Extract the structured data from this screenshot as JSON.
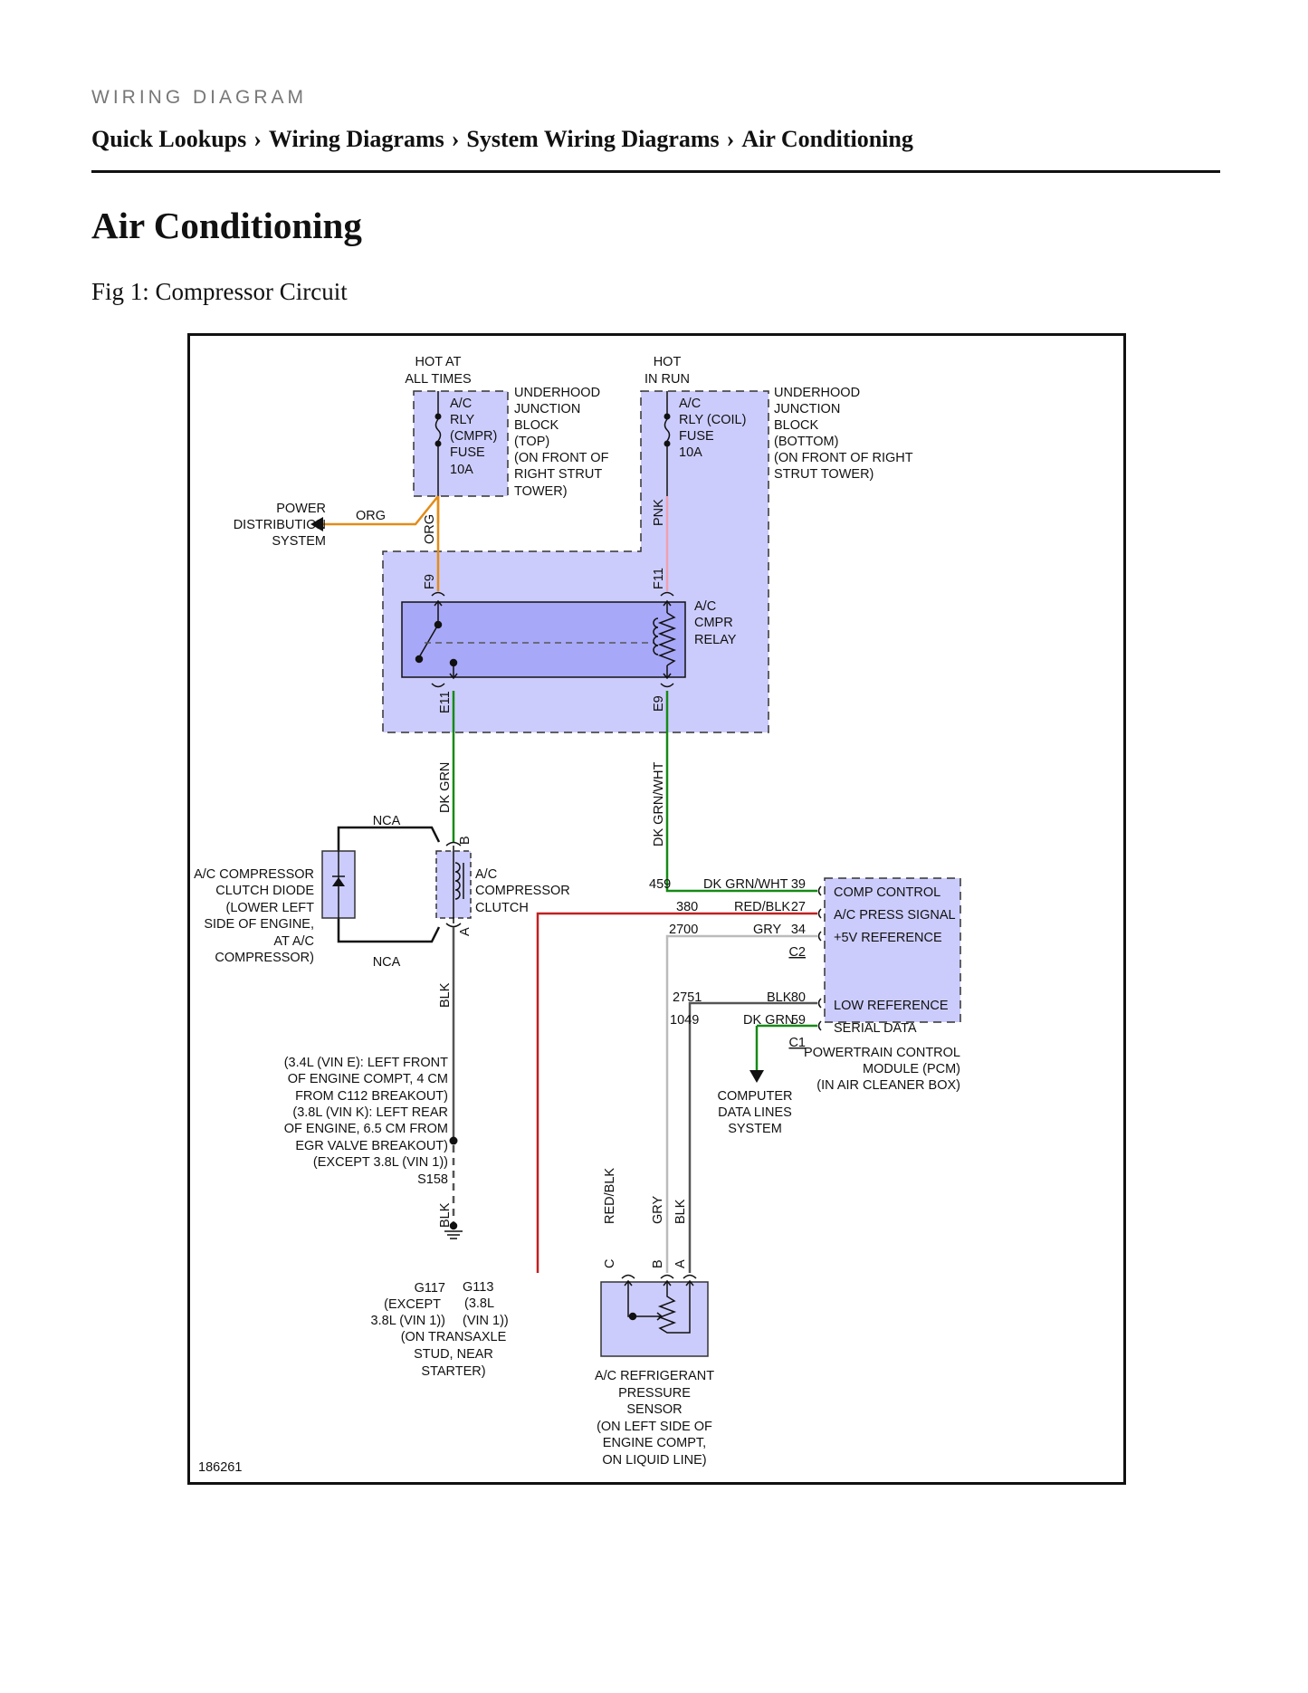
{
  "header": {
    "kicker": "WIRING DIAGRAM",
    "breadcrumbs": [
      "Quick Lookups",
      "Wiring Diagrams",
      "System Wiring Diagrams",
      "Air Conditioning"
    ],
    "breadcrumb_separator": "›"
  },
  "page_title": "Air Conditioning",
  "figure_caption": "Fig 1: Compressor Circuit",
  "diagram": {
    "figure_id": "186261",
    "colors": {
      "box_fill": "#ccccfc",
      "relay_fill": "#a8a8f8",
      "org": "#e48b18",
      "pnk": "#f0a0b0",
      "grn": "#168a16",
      "red": "#c02020",
      "gry": "#bbbbbb",
      "blk": "#555555"
    },
    "power": {
      "hot_at_all_times": [
        "HOT AT",
        "ALL TIMES"
      ],
      "hot_in_run": [
        "HOT",
        "IN RUN"
      ]
    },
    "fuse_cmpr": [
      "A/C",
      "RLY",
      "(CMPR)",
      "FUSE",
      "10A"
    ],
    "fuse_coil": [
      "A/C",
      "RLY (COIL)",
      "FUSE",
      "10A"
    ],
    "ujb_top": [
      "UNDERHOOD",
      "JUNCTION",
      "BLOCK",
      "(TOP)",
      "(ON FRONT OF",
      "RIGHT STRUT",
      "TOWER)"
    ],
    "ujb_bottom": [
      "UNDERHOOD",
      "JUNCTION",
      "BLOCK",
      "(BOTTOM)",
      "(ON FRONT OF RIGHT",
      "STRUT TOWER)"
    ],
    "power_distribution": [
      "POWER",
      "DISTRIBUTION",
      "SYSTEM"
    ],
    "relay": [
      "A/C",
      "CMPR",
      "RELAY"
    ],
    "pins": {
      "f9": "F9",
      "f11": "F11",
      "e11": "E11",
      "e9": "E9",
      "b": "B",
      "a": "A",
      "c": "C"
    },
    "wires": {
      "org": "ORG",
      "pnk": "PNK",
      "dk_grn": "DK GRN",
      "dk_grn_wht": "DK GRN/WHT",
      "blk": "BLK",
      "red_blk": "RED/BLK",
      "gry": "GRY"
    },
    "nca": "NCA",
    "clutch_diode": [
      "A/C COMPRESSOR",
      "CLUTCH DIODE",
      "(LOWER LEFT",
      "SIDE OF ENGINE,",
      "AT A/C",
      "COMPRESSOR)"
    ],
    "clutch": [
      "A/C",
      "COMPRESSOR",
      "CLUTCH"
    ],
    "ground_note": [
      "(3.4L (VIN E): LEFT FRONT",
      "OF ENGINE COMPT, 4 CM",
      "FROM C112 BREAKOUT)",
      "(3.8L (VIN K): LEFT REAR",
      "OF ENGINE, 6.5 CM FROM",
      "EGR VALVE BREAKOUT)",
      "(EXCEPT 3.8L (VIN 1))"
    ],
    "splice": "S158",
    "g117": [
      "G117",
      "(EXCEPT",
      "3.8L (VIN 1))"
    ],
    "g113": [
      "G113",
      "(3.8L",
      "(VIN 1))"
    ],
    "ground_location": [
      "(ON TRANSAXLE",
      "STUD, NEAR",
      "STARTER)"
    ],
    "pcm_circuits": [
      {
        "circuit": "459",
        "color": "DK GRN/WHT",
        "pin": "39",
        "function": "COMP CONTROL"
      },
      {
        "circuit": "380",
        "color": "RED/BLK",
        "pin": "27",
        "function": "A/C PRESS SIGNAL"
      },
      {
        "circuit": "2700",
        "color": "GRY",
        "pin": "34",
        "function": "+5V REFERENCE"
      },
      {
        "circuit": "2751",
        "color": "BLK",
        "pin": "80",
        "function": "LOW REFERENCE"
      },
      {
        "circuit": "1049",
        "color": "DK GRN",
        "pin": "59",
        "function": "SERIAL DATA"
      }
    ],
    "connectors": {
      "c2": "C2",
      "c1": "C1"
    },
    "pcm_label": [
      "POWERTRAIN CONTROL",
      "MODULE (PCM)",
      "(IN AIR CLEANER BOX)"
    ],
    "computer_data": [
      "COMPUTER",
      "DATA LINES",
      "SYSTEM"
    ],
    "sensor": [
      "A/C REFRIGERANT",
      "PRESSURE",
      "SENSOR",
      "(ON LEFT SIDE OF",
      "ENGINE COMPT,",
      "ON LIQUID LINE)"
    ]
  }
}
